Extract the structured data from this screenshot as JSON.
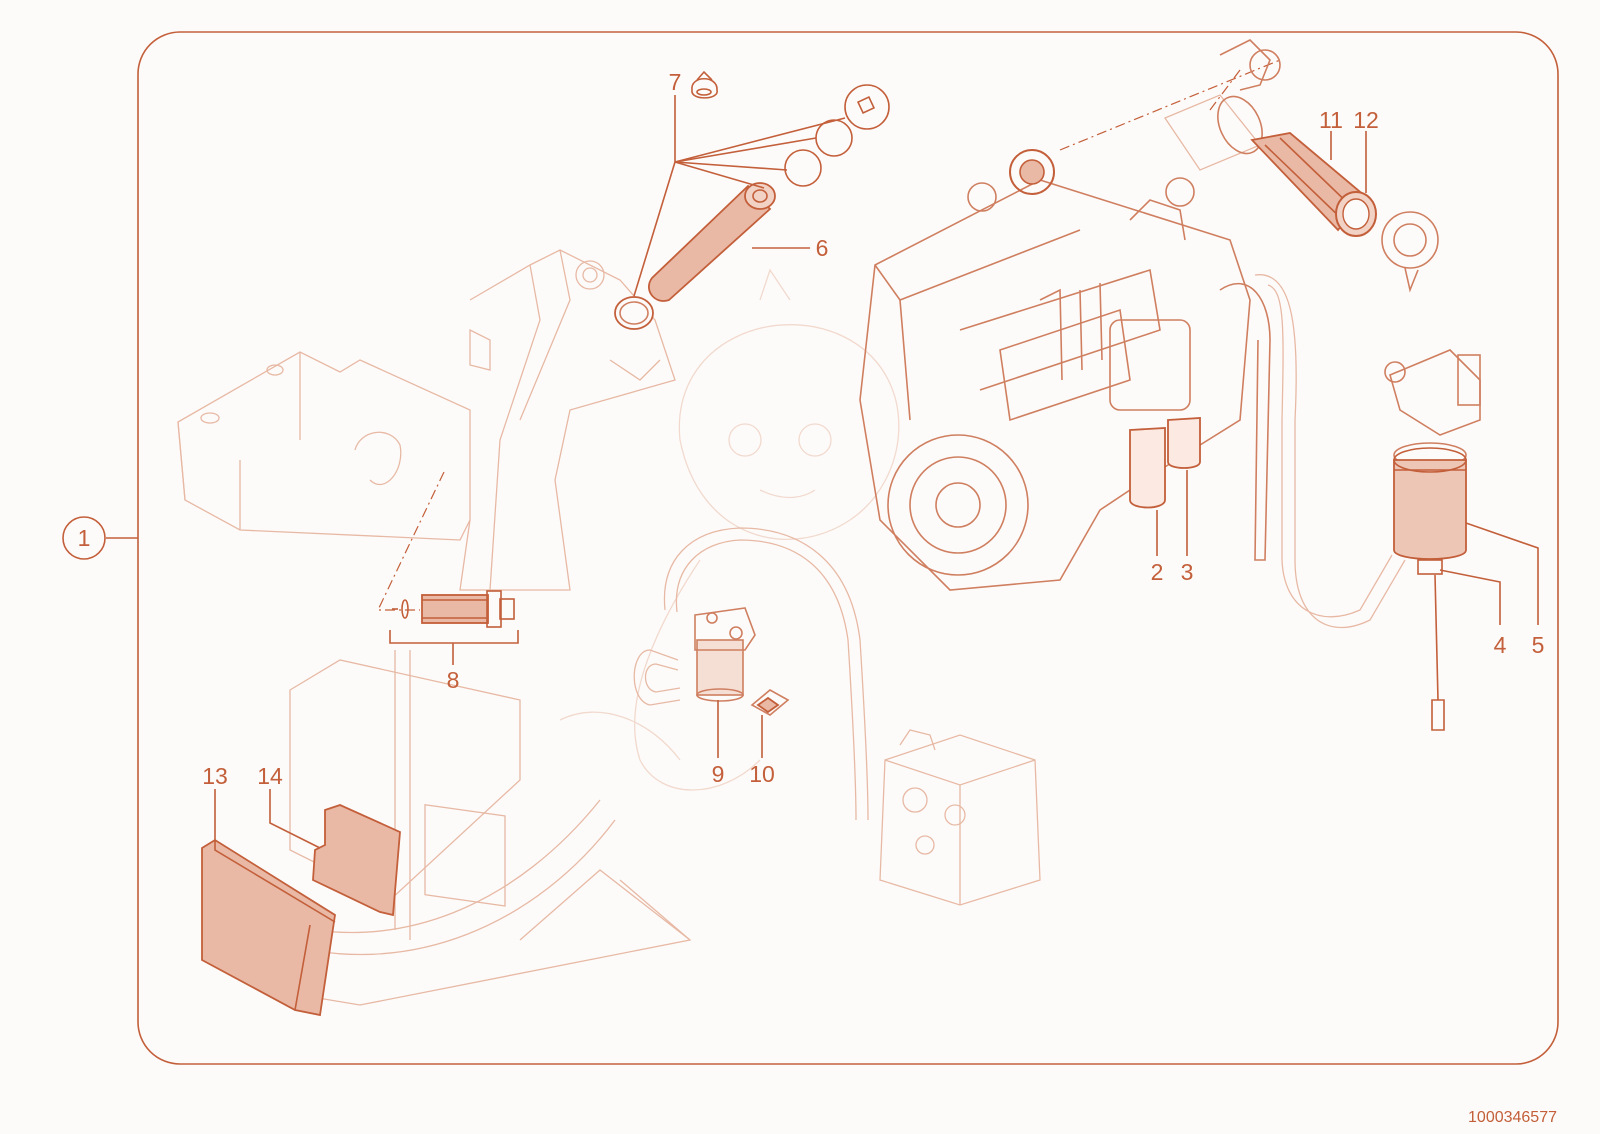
{
  "diagram": {
    "document_id": "1000346577",
    "callouts": [
      {
        "id": "1",
        "text": "1"
      },
      {
        "id": "2",
        "text": "2"
      },
      {
        "id": "3",
        "text": "3"
      },
      {
        "id": "4",
        "text": "4"
      },
      {
        "id": "5",
        "text": "5"
      },
      {
        "id": "6",
        "text": "6"
      },
      {
        "id": "7",
        "text": "7"
      },
      {
        "id": "8",
        "text": "8"
      },
      {
        "id": "9",
        "text": "9"
      },
      {
        "id": "10",
        "text": "10"
      },
      {
        "id": "11",
        "text": "11"
      },
      {
        "id": "12",
        "text": "12"
      },
      {
        "id": "13",
        "text": "13"
      },
      {
        "id": "14",
        "text": "14"
      }
    ],
    "colors": {
      "accent": "#c35f3a",
      "part_fill": "#e9b9a5",
      "line_faint": "#e7b9a5",
      "background": "#fdfbf9"
    }
  }
}
